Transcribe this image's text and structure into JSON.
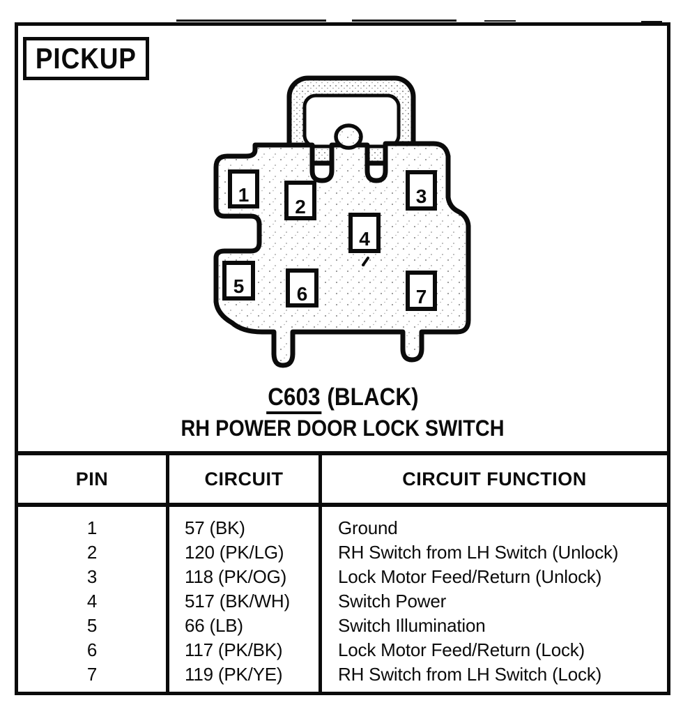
{
  "page": {
    "paper_color": "#ffffff",
    "ink_color": "#0b0b0b"
  },
  "header": {
    "badge": "PICKUP"
  },
  "connector": {
    "code": "C603",
    "color_note": "(BLACK)",
    "title": "RH POWER DOOR LOCK SWITCH",
    "pins": [
      "1",
      "2",
      "3",
      "4",
      "5",
      "6",
      "7"
    ]
  },
  "table": {
    "headers": [
      "PIN",
      "CIRCUIT",
      "CIRCUIT FUNCTION"
    ],
    "rows": [
      {
        "pin": "1",
        "circuit": "57 (BK)",
        "function": "Ground"
      },
      {
        "pin": "2",
        "circuit": "120 (PK/LG)",
        "function": "RH Switch from LH Switch (Unlock)"
      },
      {
        "pin": "3",
        "circuit": "118 (PK/OG)",
        "function": "Lock Motor Feed/Return (Unlock)"
      },
      {
        "pin": "4",
        "circuit": "517 (BK/WH)",
        "function": "Switch Power"
      },
      {
        "pin": "5",
        "circuit": "66 (LB)",
        "function": "Switch Illumination"
      },
      {
        "pin": "6",
        "circuit": "117 (PK/BK)",
        "function": "Lock Motor Feed/Return (Lock)"
      },
      {
        "pin": "7",
        "circuit": "119 (PK/YE)",
        "function": "RH Switch from LH Switch (Lock)"
      }
    ]
  }
}
